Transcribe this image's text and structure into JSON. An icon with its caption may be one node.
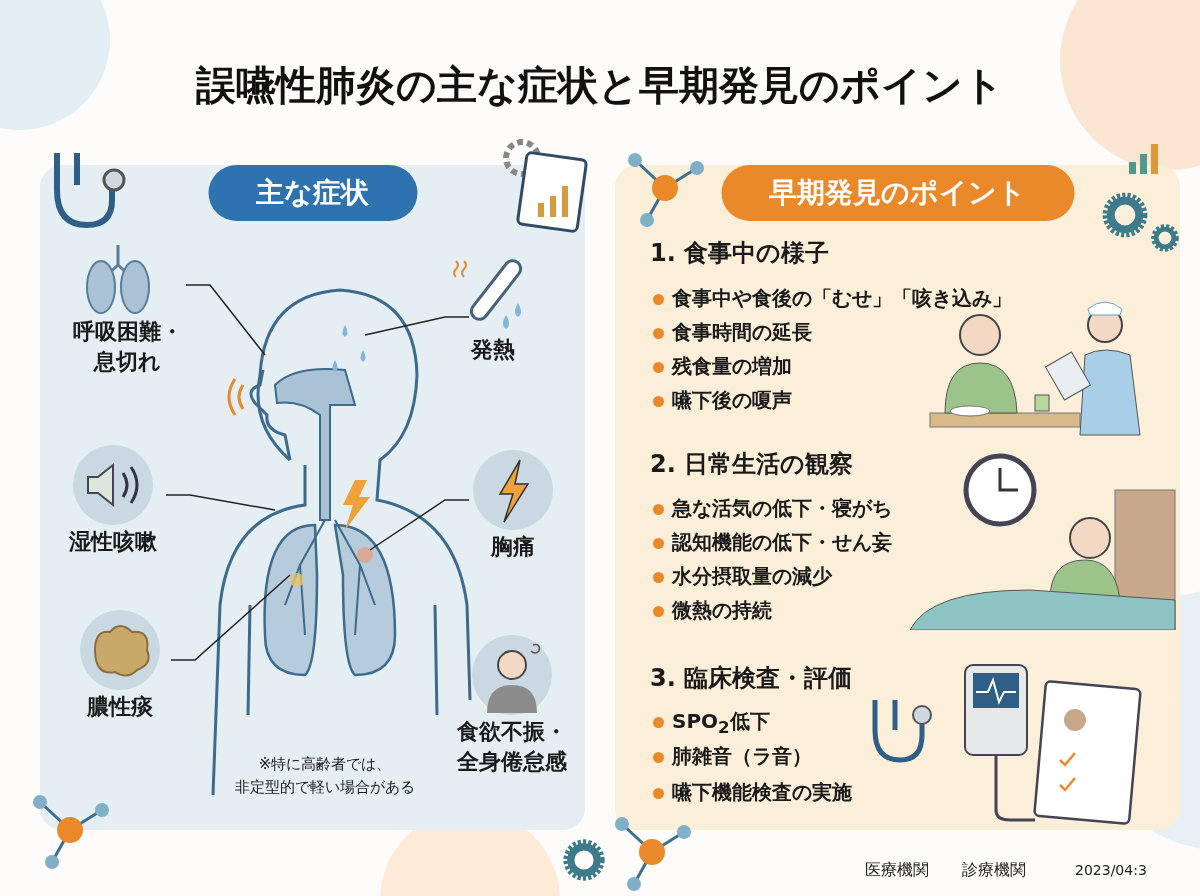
{
  "diagram": {
    "title": "誤嚥性肺炎の主な症状と早期発見のポイント",
    "nodes": [
      {
        "text": [
          "主な症状"
        ]
      },
      {
        "text": [
          "呼吸困難・息切れ"
        ],
        "in": 0
      },
      {
        "text": [
          "発熱"
        ],
        "in": 0
      },
      {
        "text": [
          "湿性咳嗽"
        ],
        "in": 0
      },
      {
        "text": [
          "胸痛"
        ],
        "in": 0
      },
      {
        "text": [
          "膿性痰"
        ],
        "in": 0
      },
      {
        "text": [
          "食欲不振・全身倦怠感"
        ],
        "in": 0
      },
      {
        "text": [],
        "shape": "picture",
        "in": 0
      },
      {
        "text": [
          "早期発見のポイント"
        ]
      }
    ],
    "edges": [
      {
        "from": 1,
        "to": 7,
        "arrow": "none"
      },
      {
        "from": 2,
        "to": 7,
        "arrow": "none"
      },
      {
        "from": 3,
        "to": 7,
        "arrow": "none"
      },
      {
        "from": 4,
        "to": 7,
        "arrow": "none"
      },
      {
        "from": 5,
        "to": 7,
        "arrow": "none"
      }
    ],
    "labels": [
      "※特に高齢者では、非定型的で軽い場合がある",
      "1. 食事中の様子",
      "食事中や食後の「むせ」「咳き込み」",
      "食事時間の延長",
      "残食量の増加",
      "嚥下後の嗄声",
      "2. 日常生活の観察",
      "急な活気の低下・寝がち",
      "認知機能の低下・せん妄",
      "水分摂取量の減少",
      "微熱の持続",
      "3. 臨床検査・評価",
      "SPO$_{2}$低下",
      "肺雑音（ラ音）",
      "嚥下機能検査の実施",
      "医療機関",
      "診療機関",
      "2023/04:3"
    ]
  }
}
